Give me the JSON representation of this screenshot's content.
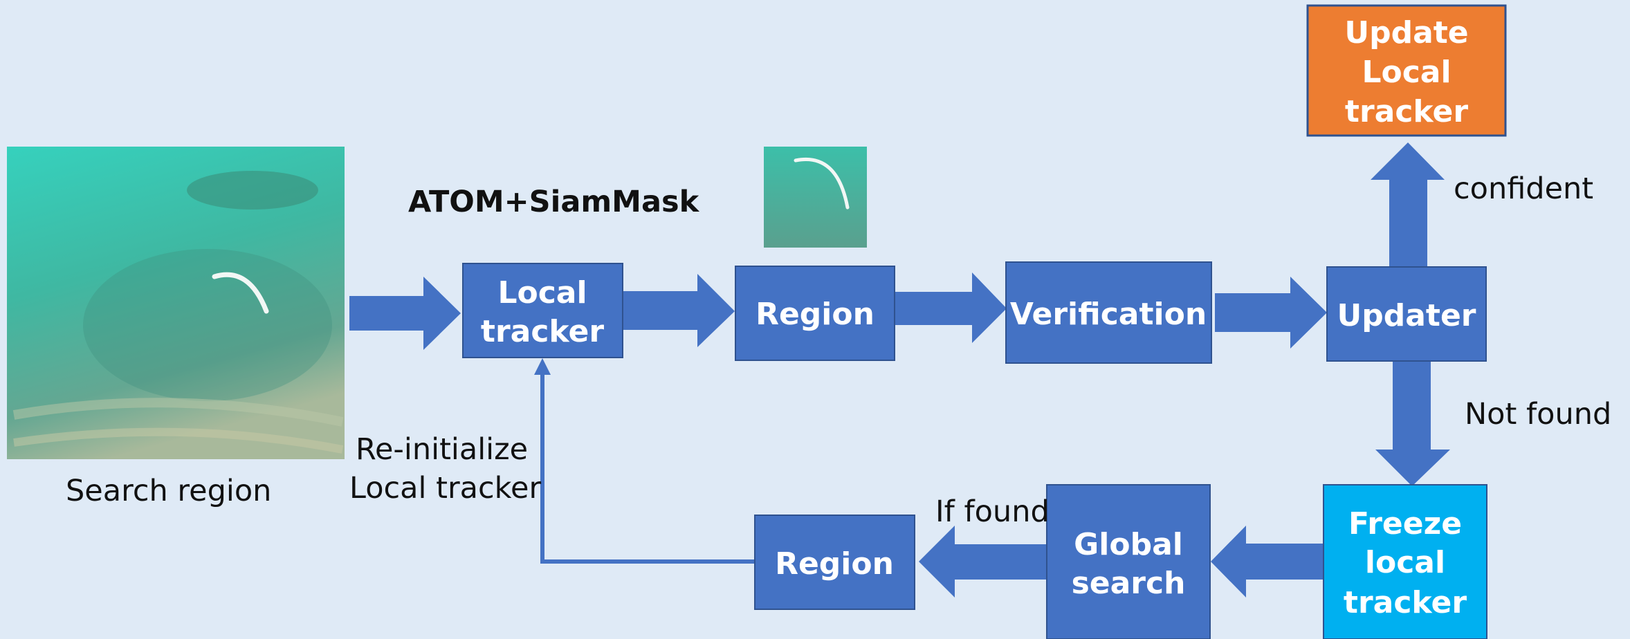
{
  "title": "ATOM+SiamMask",
  "search_region_caption": "Search region",
  "nodes": {
    "local_tracker": [
      "Local",
      "tracker"
    ],
    "region_top": [
      "Region"
    ],
    "verification": [
      "Verification"
    ],
    "updater": [
      "Updater"
    ],
    "update_local_tracker": [
      "Update",
      "Local",
      "tracker"
    ],
    "freeze_local_tracker": [
      "Freeze",
      "local",
      "tracker"
    ],
    "global_search": [
      "Global",
      "search"
    ],
    "region_bottom": [
      "Region"
    ]
  },
  "edge_labels": {
    "confident": "confident",
    "not_found": "Not found",
    "if_found": "If found",
    "reinit": [
      "Re-initialize",
      "Local tracker"
    ]
  },
  "colors": {
    "background": "#dfeaf6",
    "box": "#4472c4",
    "box_border": "#2f528f",
    "update_box": "#ed7d31",
    "freeze_box": "#00b0f0",
    "arrow": "#4472c4",
    "water_light": "#3fc9b4",
    "water_dark": "#4a9c8a"
  }
}
